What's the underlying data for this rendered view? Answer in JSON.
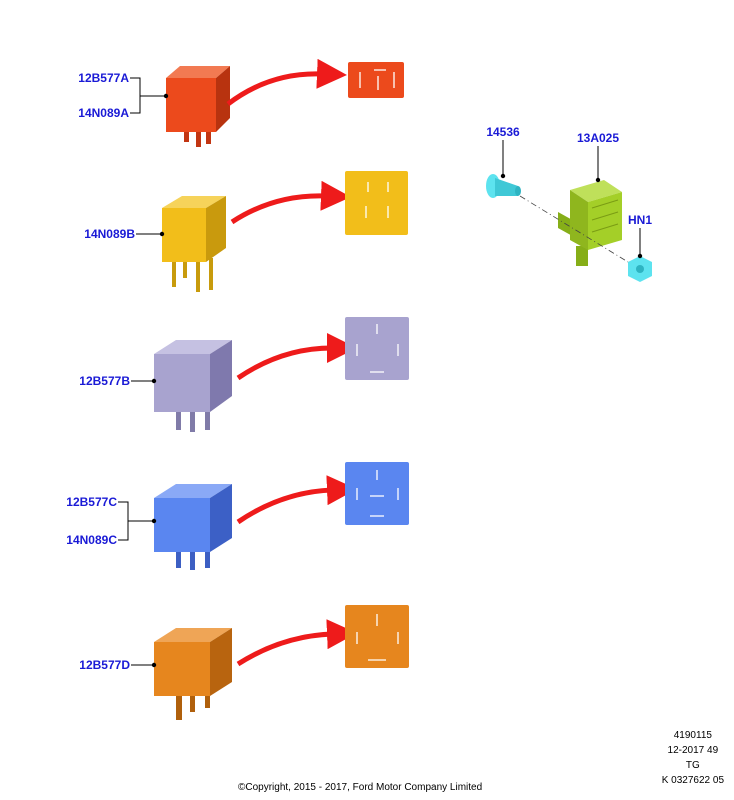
{
  "parts": {
    "red_upper": "12B577A",
    "red_lower": "14N089A",
    "yellow": "14N089B",
    "grey": "12B577B",
    "blue_upper": "12B577C",
    "blue_lower": "14N089C",
    "orange": "12B577D",
    "bolt": "14536",
    "bracket": "13A025",
    "nut": "HN1"
  },
  "colors": {
    "red": "#ec4a1c",
    "yellow": "#f2be1a",
    "grey": "#a8a3cf",
    "blue": "#5a86f0",
    "orange": "#e6861e",
    "bracket": "#a4cf28",
    "hardware": "#5de3ef",
    "arrow": "#ee1b1b",
    "label": "#1a1ad6"
  },
  "meta": {
    "line1": "4190115",
    "line2": "12-2017 49",
    "line3": "TG",
    "line4": "K 0327622 05"
  },
  "copyright": "©Copyright, 2015 - 2017, Ford Motor Company Limited"
}
